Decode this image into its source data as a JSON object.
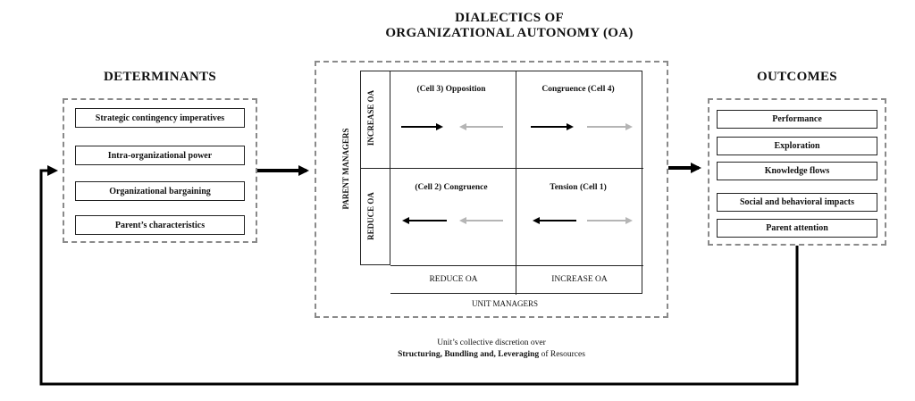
{
  "title": {
    "line1": "DIALECTICS OF",
    "line2": "ORGANIZATIONAL AUTONOMY (OA)"
  },
  "determinants": {
    "heading": "DETERMINANTS",
    "items": [
      "Strategic contingency imperatives",
      "Intra-organizational power",
      "Organizational bargaining",
      "Parent’s characteristics"
    ]
  },
  "outcomes": {
    "heading": "OUTCOMES",
    "items": [
      "Performance",
      "Exploration",
      "Knowledge flows",
      "Social and behavioral impacts",
      "Parent attention"
    ]
  },
  "matrix": {
    "parent_axis_label": "PARENT MANAGERS",
    "unit_axis_label": "UNIT MANAGERS",
    "row_top_label": "INCREASE OA",
    "row_bottom_label": "REDUCE OA",
    "col_left_label": "REDUCE OA",
    "col_right_label": "INCREASE OA",
    "cells": {
      "top_left": "(Cell 3)  Opposition",
      "top_right": "Congruence  (Cell 4)",
      "bottom_left": "(Cell 2) Congruence",
      "bottom_right": "Tension (Cell 1)"
    }
  },
  "feedback": {
    "line1": "Unit’s collective discretion over",
    "line2_bold": "Structuring, Bundling and, Leveraging",
    "line2_rest": " of Resources"
  }
}
